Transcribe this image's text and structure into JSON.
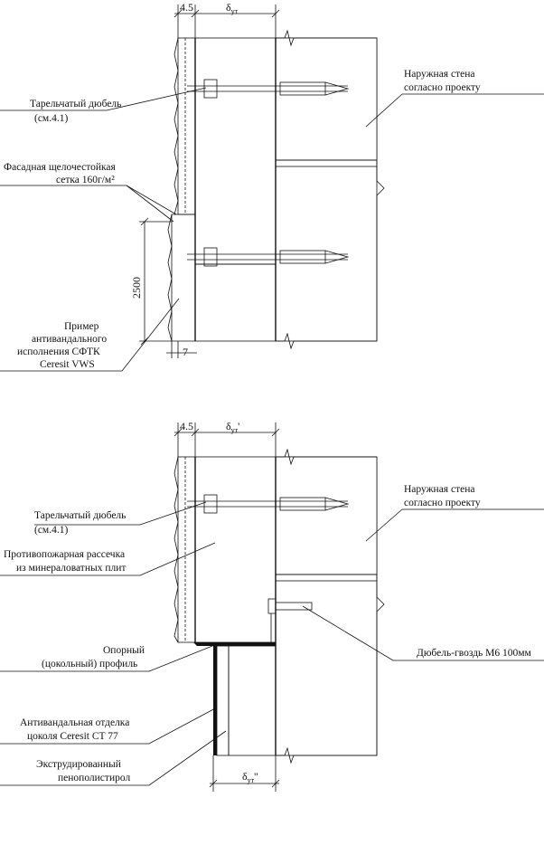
{
  "top_detail": {
    "dim_plaster": "4.5",
    "dim_insul_main": "δ",
    "dim_insul_sub": "ут",
    "dim_height": "2500",
    "dim_bottom": "7",
    "label_dowel_1": "Тарельчатый дюбель",
    "label_dowel_2": "(см.4.1)",
    "label_mesh_1": "Фасадная щелочестойкая",
    "label_mesh_2": "сетка 160г/м²",
    "label_example_1": "Пример",
    "label_example_2": "антивандального",
    "label_example_3": "исполнения СФТК",
    "label_example_4": "Ceresit VWS",
    "label_wall_1": "Наружная стена",
    "label_wall_2": "согласно проекту"
  },
  "bottom_detail": {
    "dim_plaster": "4.5",
    "dim_insul_main": "δ",
    "dim_insul_sub": "ут",
    "dim_insul_prime": "'",
    "dim_plinth_main": "δ",
    "dim_plinth_sub": "ут",
    "dim_plinth_prime": "''",
    "label_dowel_1": "Тарельчатый дюбель",
    "label_dowel_2": "(см.4.1)",
    "label_firebreak_1": "Противопожарная рассечка",
    "label_firebreak_2": "из минераловатных плит",
    "label_profile_1": "Опорный",
    "label_profile_2": "(цокольный) профиль",
    "label_plinth_1": "Антивандальная отделка",
    "label_plinth_2": "цоколя Ceresit CT 77",
    "label_xps_1": "Экструдированный",
    "label_xps_2": "пенополистирол",
    "label_wall_1": "Наружная стена",
    "label_wall_2": "согласно проекту",
    "label_nail": "Дюбель-гвоздь М6 100мм"
  }
}
